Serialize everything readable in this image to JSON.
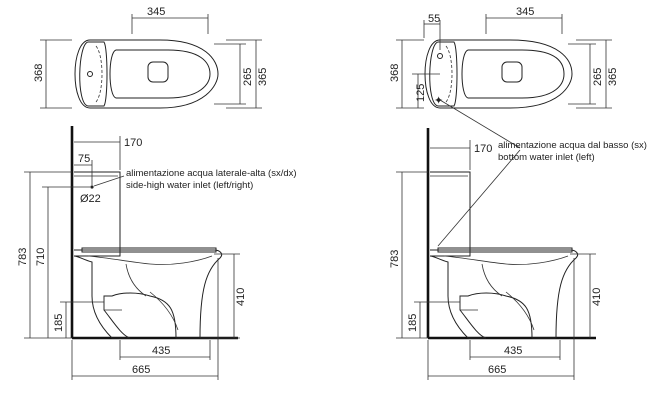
{
  "left_view": {
    "top_dims": {
      "seat_width": "345",
      "total_depth": "368",
      "bowl_depth_inner": "265",
      "bowl_depth_outer": "365"
    },
    "side_dims": {
      "tank_depth": "170",
      "inlet_offset": "75",
      "inlet_diameter": "Ø22",
      "overall_height": "783",
      "inlet_height": "710",
      "drain_height": "185",
      "rim_height": "410",
      "bowl_projection": "435",
      "overall_length": "665"
    },
    "note_it": "alimentazione acqua laterale-alta (sx/dx)",
    "note_en": "side-high water inlet (left/right)"
  },
  "right_view": {
    "top_dims": {
      "inlet_offset": "55",
      "seat_width": "345",
      "total_depth": "368",
      "inlet_depth": "125",
      "bowl_depth_inner": "265",
      "bowl_depth_outer": "365"
    },
    "side_dims": {
      "tank_depth": "170",
      "overall_height": "783",
      "drain_height": "185",
      "rim_height": "410",
      "bowl_projection": "435",
      "overall_length": "665"
    },
    "note_it": "alimentazione acqua dal basso (sx)",
    "note_en": "bottom water inlet (left)"
  }
}
